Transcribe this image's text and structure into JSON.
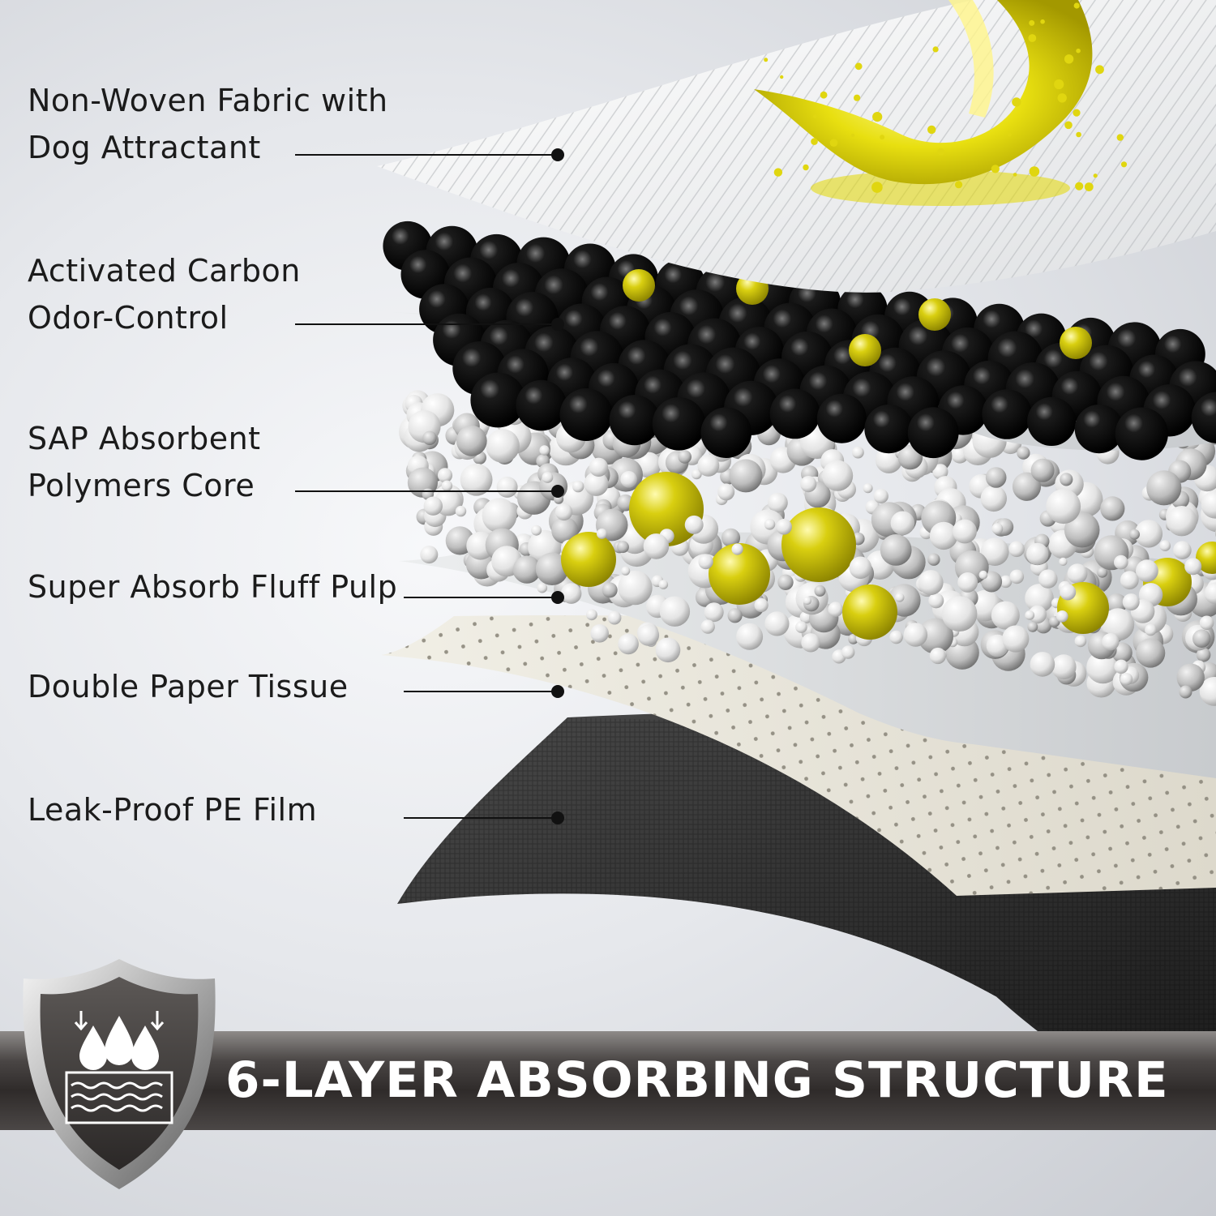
{
  "layers": [
    {
      "name": "Non-Woven Fabric with Dog Attractant",
      "lines": [
        "Non-Woven Fabric with",
        "Dog Attractant"
      ]
    },
    {
      "name": "Activated Carbon Odor-Control",
      "lines": [
        "Activated Carbon",
        "Odor-Control"
      ]
    },
    {
      "name": "SAP Absorbent Polymers Core",
      "lines": [
        "SAP Absorbent",
        "Polymers Core"
      ]
    },
    {
      "name": "Super Absorb Fluff Pulp",
      "lines": [
        "Super Absorb Fluff Pulp"
      ]
    },
    {
      "name": "Double Paper Tissue",
      "lines": [
        "Double Paper Tissue"
      ]
    },
    {
      "name": "Leak-Proof PE Film",
      "lines": [
        "Leak-Proof PE Film"
      ]
    }
  ],
  "banner": {
    "title": "6-LAYER ABSORBING STRUCTURE",
    "badge_icon": "water-drops-absorption-shield-icon"
  },
  "colors": {
    "accent_yellow": "#d9d000",
    "carbon_black": "#0b0b0b",
    "film_dark": "#2a2a2a",
    "banner_dark": "#332f2e",
    "text": "#1b1b1b"
  }
}
